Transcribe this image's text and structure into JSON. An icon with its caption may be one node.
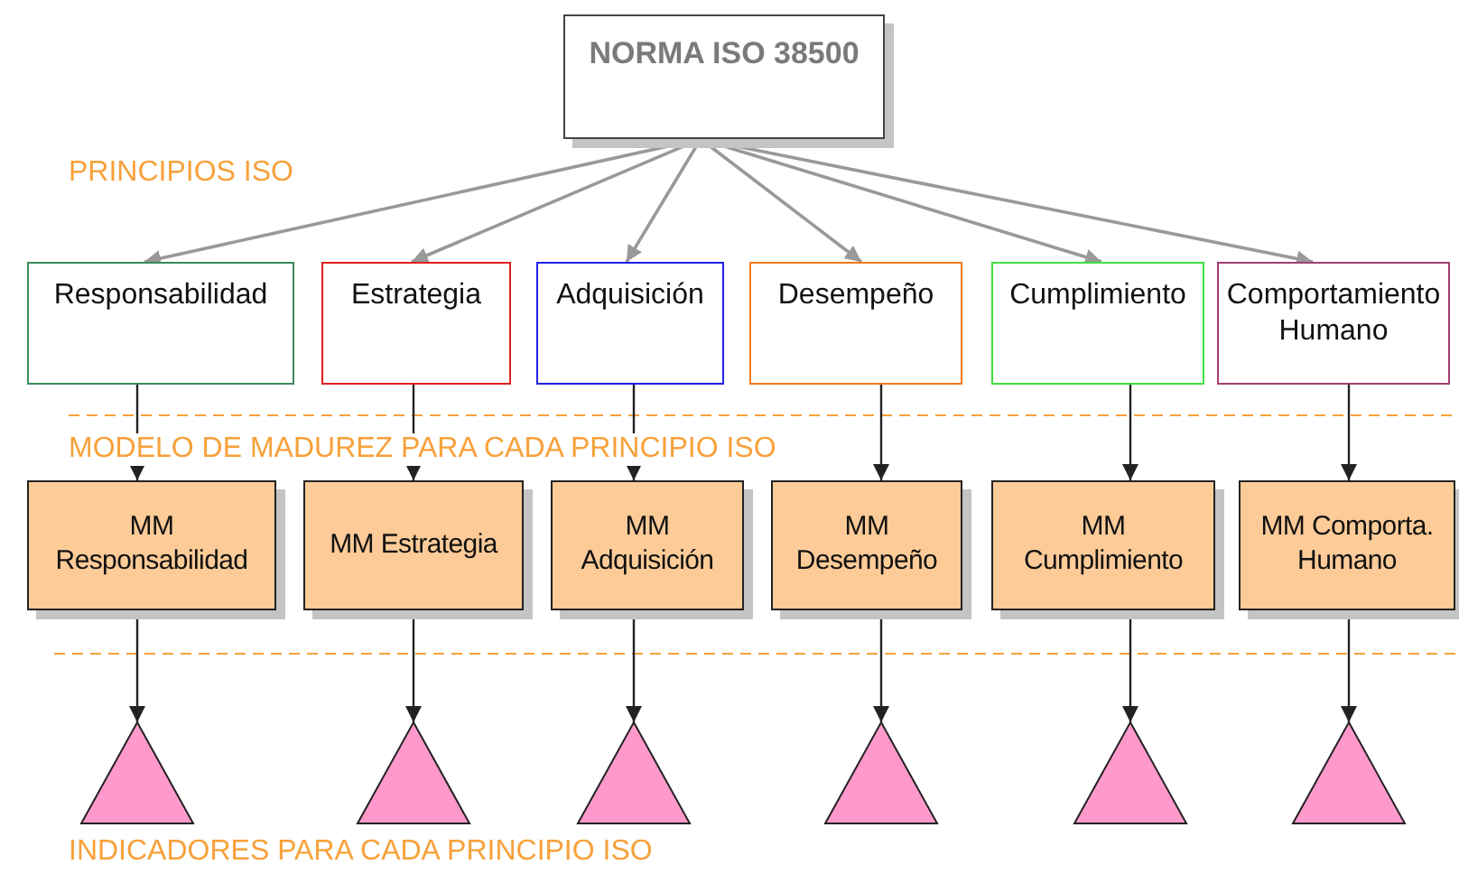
{
  "diagram": {
    "nodes": [
      {
        "text": [
          "NORMA ISO 38500"
        ]
      },
      {
        "text": [
          "Responsabilidad"
        ]
      },
      {
        "text": [
          "Estrategia"
        ]
      },
      {
        "text": [
          "Adquisición"
        ]
      },
      {
        "text": [
          "Desempeño"
        ]
      },
      {
        "text": [
          "Cumplimiento"
        ]
      },
      {
        "text": [
          "Comportamiento Humano"
        ]
      },
      {
        "text": [
          "MM Responsabilidad"
        ]
      },
      {
        "text": [
          "MM Estrategia"
        ]
      },
      {
        "text": [
          "MM Adquisición"
        ]
      },
      {
        "text": [
          "MM Desempeño"
        ]
      },
      {
        "text": [
          "MM Cumplimiento"
        ]
      },
      {
        "text": [
          "MM Comporta. Humano"
        ]
      },
      {
        "text": [],
        "shape": "triangle"
      },
      {
        "text": [],
        "shape": "triangle"
      },
      {
        "text": [],
        "shape": "triangle"
      },
      {
        "text": [],
        "shape": "triangle"
      },
      {
        "text": [],
        "shape": "triangle"
      },
      {
        "text": [],
        "shape": "triangle"
      }
    ],
    "edges": [
      {
        "from": 0,
        "to": 1,
        "arrow": "to",
        "color": "#999999"
      },
      {
        "from": 0,
        "to": 2,
        "arrow": "to",
        "color": "#999999"
      },
      {
        "from": 0,
        "to": 3,
        "arrow": "to",
        "color": "#999999"
      },
      {
        "from": 0,
        "to": 4,
        "arrow": "to",
        "color": "#999999"
      },
      {
        "from": 0,
        "to": 5,
        "arrow": "to",
        "color": "#999999"
      },
      {
        "from": 0,
        "to": 6,
        "arrow": "to",
        "color": "#999999"
      },
      {
        "from": 1,
        "to": 7,
        "arrow": "to"
      },
      {
        "from": 2,
        "to": 8,
        "arrow": "to"
      },
      {
        "from": 3,
        "to": 9,
        "arrow": "to"
      },
      {
        "from": 4,
        "to": 10,
        "arrow": "to"
      },
      {
        "from": 5,
        "to": 11,
        "arrow": "to"
      },
      {
        "from": 6,
        "to": 12,
        "arrow": "to"
      },
      {
        "from": 7,
        "to": 13,
        "arrow": "to"
      },
      {
        "from": 8,
        "to": 14,
        "arrow": "to"
      },
      {
        "from": 9,
        "to": 15,
        "arrow": "to"
      },
      {
        "from": 10,
        "to": 16,
        "arrow": "to"
      },
      {
        "from": 11,
        "to": 17,
        "arrow": "to"
      },
      {
        "from": 12,
        "to": 18,
        "arrow": "to"
      }
    ],
    "labels": [
      "PRINCIPIOS ISO",
      "MODELO DE MADUREZ PARA CADA PRINCIPIO ISO",
      "INDICADORES PARA CADA PRINCIPIO ISO"
    ]
  }
}
